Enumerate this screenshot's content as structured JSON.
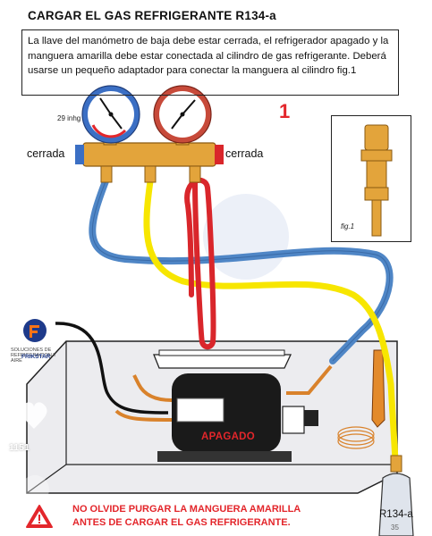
{
  "title": "CARGAR EL GAS REFRIGERANTE R134-a",
  "description": "La llave del manómetro de baja debe estar cerrada, el refrigerador apagado y la manguera amarilla debe estar conectada al cilindro de gas refrigerante.  Deberá usarse un pequeño adaptador para conectar la manguera al cilindro  fig.1",
  "step_number": "1",
  "gauge_low_reading": "29 inhg",
  "valve_left_label": "cerrada",
  "valve_right_label": "cerrada",
  "figure_label": "fig.1",
  "compressor_status": "APAGADO",
  "warning_line1": "NO OLVIDE PURGAR LA MANGUERA AMARILLA",
  "warning_line2": "ANTES DE CARGAR EL GAS REFRIGERANTE.",
  "cylinder_label": "R134-a",
  "cylinder_sublabel": "35",
  "side_overlay": {
    "like_count": "1151",
    "logo_caption": "SOLUCIONES DE REFRIGERACION Y AIRE",
    "logo_brand": "FRIKSTAR"
  },
  "colors": {
    "hose_blue": "#4f86c6",
    "hose_red": "#d9262b",
    "hose_yellow": "#f7e600",
    "manifold": "#e3a43b",
    "warning_red": "#e3262b"
  }
}
